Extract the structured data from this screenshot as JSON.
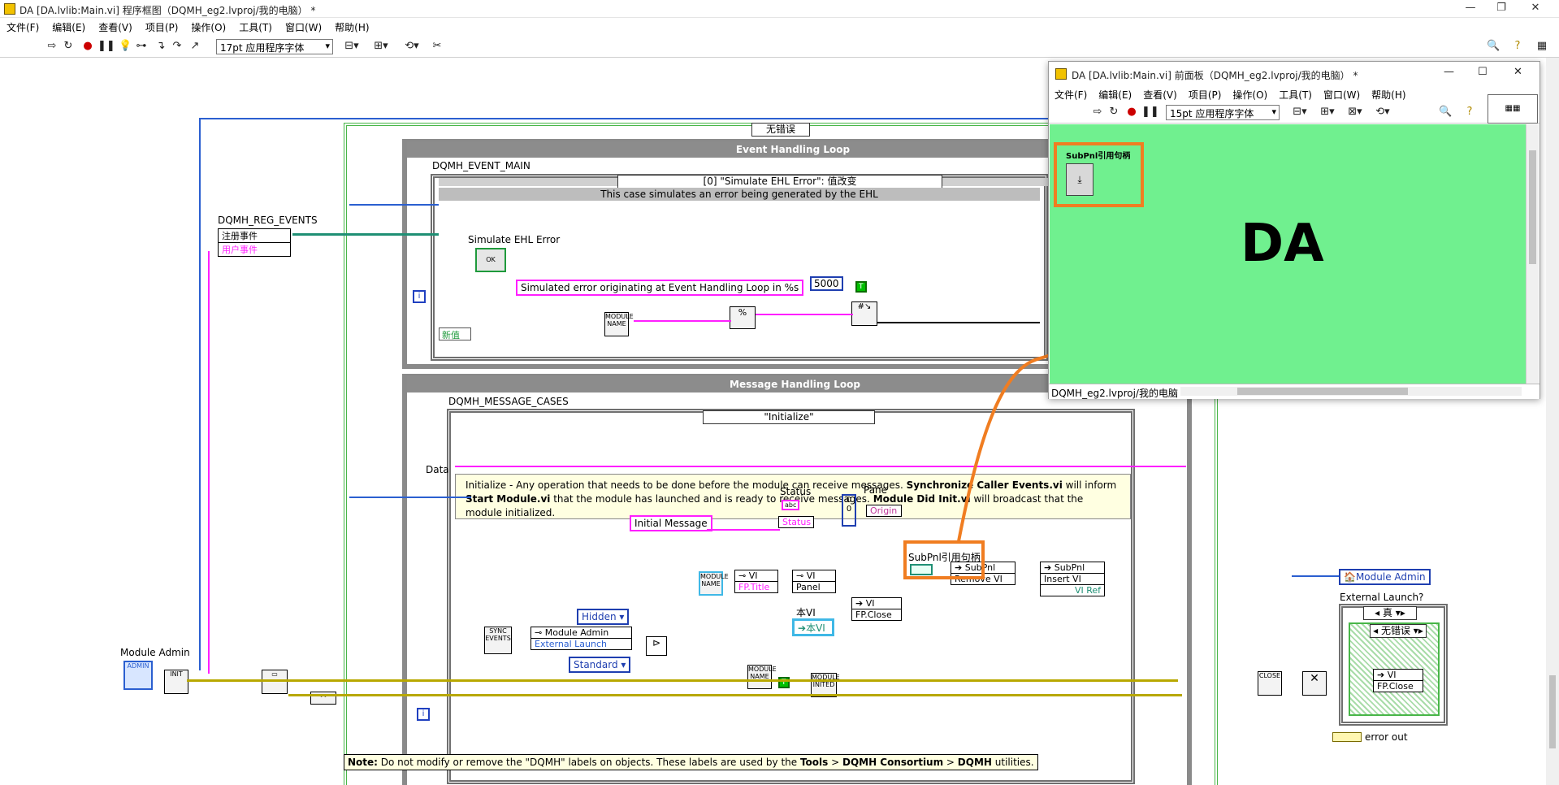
{
  "window": {
    "title": "DA [DA.lvlib:Main.vi] 程序框图（DQMH_eg2.lvproj/我的电脑） *",
    "controls": [
      "—",
      "❐",
      "✕"
    ]
  },
  "menu": [
    "文件(F)",
    "编辑(E)",
    "查看(V)",
    "项目(P)",
    "操作(O)",
    "工具(T)",
    "窗口(W)",
    "帮助(H)"
  ],
  "toolbar": {
    "font": "17pt 应用程序字体"
  },
  "diagram": {
    "error_case_top": "无错误",
    "event_loop": {
      "title": "Event Handling Loop",
      "label": "DQMH_EVENT_MAIN",
      "case": "[0] \"Simulate EHL Error\": 值改变",
      "case_comment": "This case simulates an error being generated by the EHL",
      "control_label": "Simulate EHL Error",
      "message_const": "Simulated error originating at Event Handling Loop in %s",
      "number_const": "5000",
      "new_value": "新值",
      "module_name": "MODULE NAME",
      "bool_const": "T"
    },
    "reg_events": {
      "label": "DQMH_REG_EVENTS",
      "node1": "注册事件",
      "node2": "用户事件"
    },
    "message_loop": {
      "title": "Message Handling Loop",
      "label": "DQMH_MESSAGE_CASES",
      "case": "\"Initialize\"",
      "comment_parts": [
        "Initialize - Any operation that needs to be done before the module can receive messages. ",
        "Synchronize Caller Events.vi",
        " will inform ",
        "Start Module.vi",
        " that the module has launched and is ready to receive messages. ",
        "Module Did Init.vi",
        " will broadcast that the module initialized."
      ],
      "data_label": "Data",
      "initial_message": "Initial Message",
      "status_label": "Status",
      "status_node": "Status",
      "pane_label": "Pane",
      "origin": "Origin",
      "subpnl_label": "SubPnl引用句柄",
      "subpnl_node": "SubPnl",
      "remove_vi": "Remove VI",
      "insert_vi": "Insert VI",
      "vi_ref": "VI Ref",
      "vi_node": "VI",
      "fp_title": "FP.Title",
      "panel": "Panel",
      "this_vi_label": "本VI",
      "this_vi": "本VI",
      "fp_close": "FP.Close",
      "module_admin_prop": "Module Admin",
      "external_launch": "External Launch",
      "hidden": "Hidden",
      "standard": "Standard",
      "sync_events": "SYNC EVENTS",
      "module_name": "MODULE NAME",
      "bool_const": "T",
      "module_did_init": "MODULE INITED"
    },
    "left": {
      "module_admin_label": "Module Admin",
      "init": "INIT",
      "admin": "ADMIN"
    },
    "right": {
      "module_admin_ind": "Module Admin",
      "external_launch_label": "External Launch?",
      "true_case": "真",
      "no_error": "无错误",
      "vi": "VI",
      "fp_close": "FP.Close",
      "close": "CLOSE",
      "error_out": "error out"
    },
    "note": {
      "prefix": "Note:",
      "text1": " Do not modify or remove the \"DQMH\" labels on objects. These labels are used by the ",
      "tools": "Tools",
      "sep1": " > ",
      "consortium": "DQMH Consortium",
      "sep2": " > ",
      "dqmh": "DQMH",
      "text2": " utilities."
    }
  },
  "front_panel": {
    "title": "DA [DA.lvlib:Main.vi] 前面板（DQMH_eg2.lvproj/我的电脑） *",
    "menu": [
      "文件(F)",
      "编辑(E)",
      "查看(V)",
      "项目(P)",
      "操作(O)",
      "工具(T)",
      "窗口(W)",
      "帮助(H)"
    ],
    "font": "15pt 应用程序字体",
    "control_label": "SubPnl引用句柄",
    "big_text": "DA",
    "status": "DQMH_eg2.lvproj/我的电脑",
    "bg_color": "#70f08f"
  },
  "colors": {
    "accent_orange": "#f07d21",
    "wire_pink": "#ff1fff",
    "wire_blue": "#2b5fd0",
    "wire_yellow": "#b8a800"
  }
}
